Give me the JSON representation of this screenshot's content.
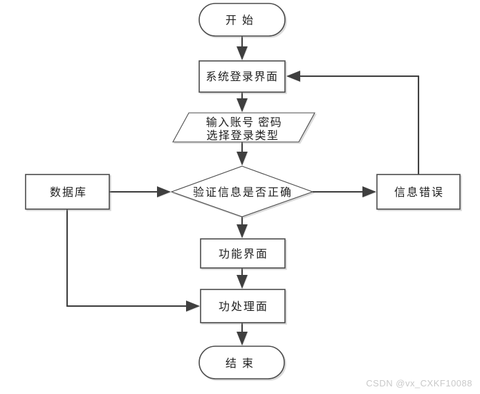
{
  "diagram": {
    "type": "flowchart",
    "nodes": {
      "start": {
        "shape": "terminator",
        "label": "开始"
      },
      "login": {
        "shape": "process",
        "label": "系统登录界面"
      },
      "input": {
        "shape": "data",
        "line1": "输入账号 密码",
        "line2": "选择登录类型"
      },
      "decision": {
        "shape": "decision",
        "label": "验证信息是否正确"
      },
      "database": {
        "shape": "process",
        "label": "数据库"
      },
      "error": {
        "shape": "process",
        "label": "信息错误"
      },
      "function": {
        "shape": "process",
        "label": "功能界面"
      },
      "process": {
        "shape": "process",
        "label": "功处理面"
      },
      "end": {
        "shape": "terminator",
        "label": "结束"
      }
    },
    "edges": [
      {
        "from": "start",
        "to": "login"
      },
      {
        "from": "login",
        "to": "input"
      },
      {
        "from": "input",
        "to": "decision"
      },
      {
        "from": "database",
        "to": "decision"
      },
      {
        "from": "decision",
        "to": "error"
      },
      {
        "from": "error",
        "to": "login"
      },
      {
        "from": "decision",
        "to": "function"
      },
      {
        "from": "function",
        "to": "process"
      },
      {
        "from": "database",
        "to": "process"
      },
      {
        "from": "process",
        "to": "end"
      }
    ],
    "colors": {
      "line": "#3f3f3f",
      "border": "#4a4a4a",
      "fill": "#ffffff",
      "text": "#1f1f1f",
      "watermark": "#c9c9c9",
      "background": "#ffffff"
    },
    "watermark": "CSDN @vx_CXKF10088"
  }
}
